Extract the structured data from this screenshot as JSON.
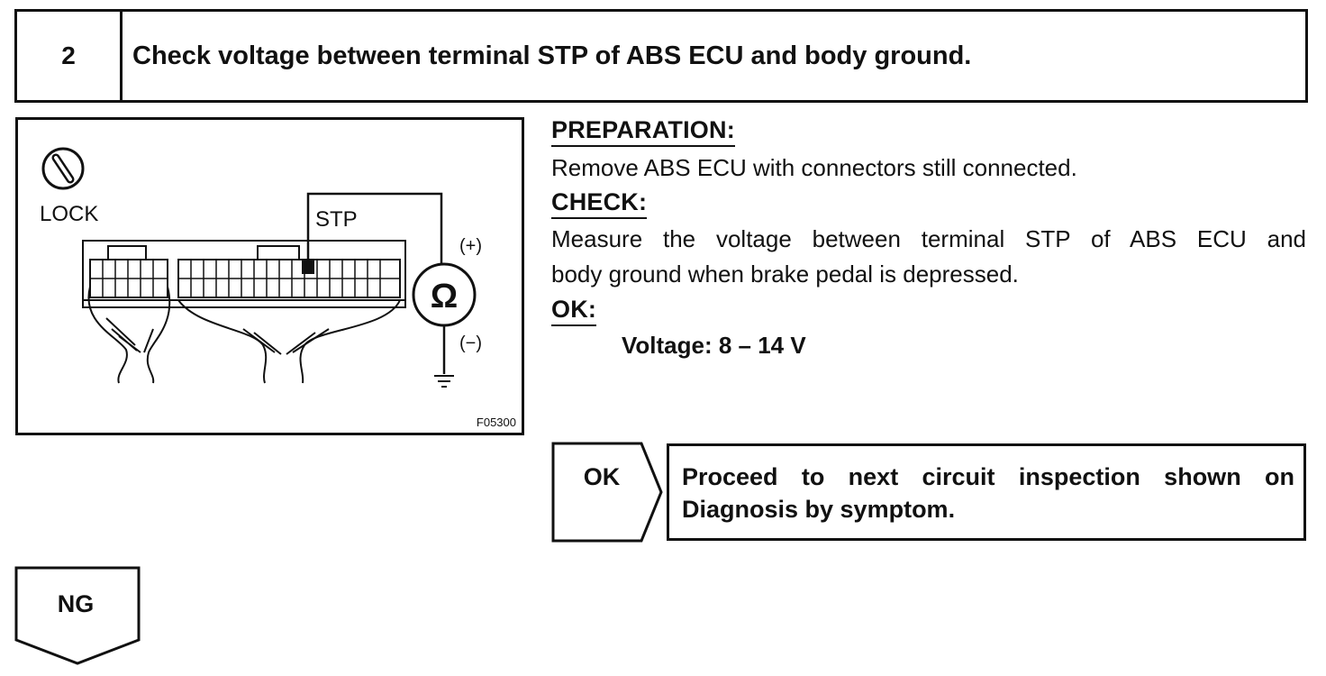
{
  "step": {
    "number": "2",
    "title": "Check voltage between terminal STP of ABS ECU and body ground."
  },
  "figure": {
    "lock_label": "LOCK",
    "terminal_label": "STP",
    "plus_label": "(+)",
    "minus_label": "(−)",
    "meter_symbol": "Ω",
    "figure_id": "F05300",
    "icons": [
      "lock-icon",
      "ohmmeter-icon",
      "ground-icon",
      "ecu-connector-icon"
    ]
  },
  "instructions": {
    "preparation_heading": "PREPARATION:",
    "preparation_text": "Remove ABS ECU with connectors still connected.",
    "check_heading": "CHECK:",
    "check_line1": "Measure the voltage between terminal STP of ABS ECU and",
    "check_line2": "body ground when brake pedal is depressed.",
    "ok_heading": "OK:",
    "ok_spec": "Voltage: 8 – 14 V"
  },
  "flow": {
    "ok_label": "OK",
    "ok_result": "Proceed to next circuit inspection shown on Diagnosis by symptom.",
    "ng_label": "NG"
  }
}
